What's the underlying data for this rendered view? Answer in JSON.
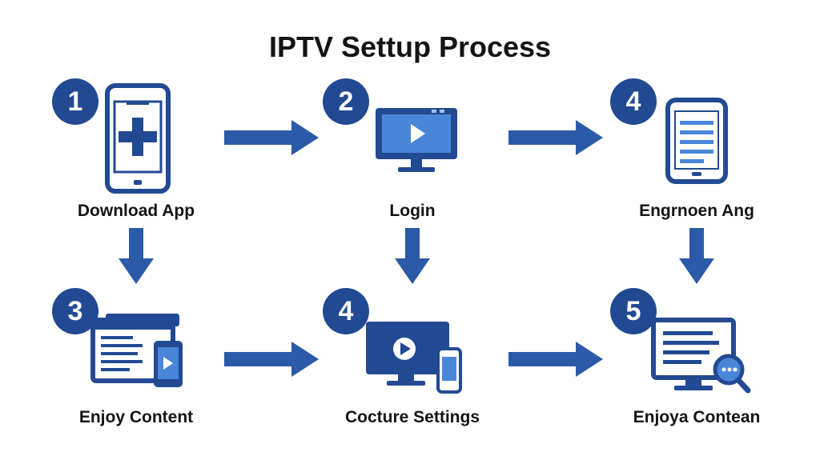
{
  "title": "IPTV Settup Process",
  "colors": {
    "primary": "#224a93",
    "accent": "#4a86d8",
    "arrow": "#2b5aa8"
  },
  "steps": [
    {
      "number": "1",
      "label": "Download App",
      "icon": "phone-add-icon"
    },
    {
      "number": "2",
      "label": "Login",
      "icon": "monitor-play-icon"
    },
    {
      "number": "4",
      "label": "Engrnoen Ang",
      "icon": "tablet-list-icon"
    },
    {
      "number": "3",
      "label": "Enjoy Content",
      "icon": "browser-phone-icon"
    },
    {
      "number": "4",
      "label": "Cocture Settings",
      "icon": "tv-phone-play-icon"
    },
    {
      "number": "5",
      "label": "Enjoya Contean",
      "icon": "monitor-search-icon"
    }
  ]
}
